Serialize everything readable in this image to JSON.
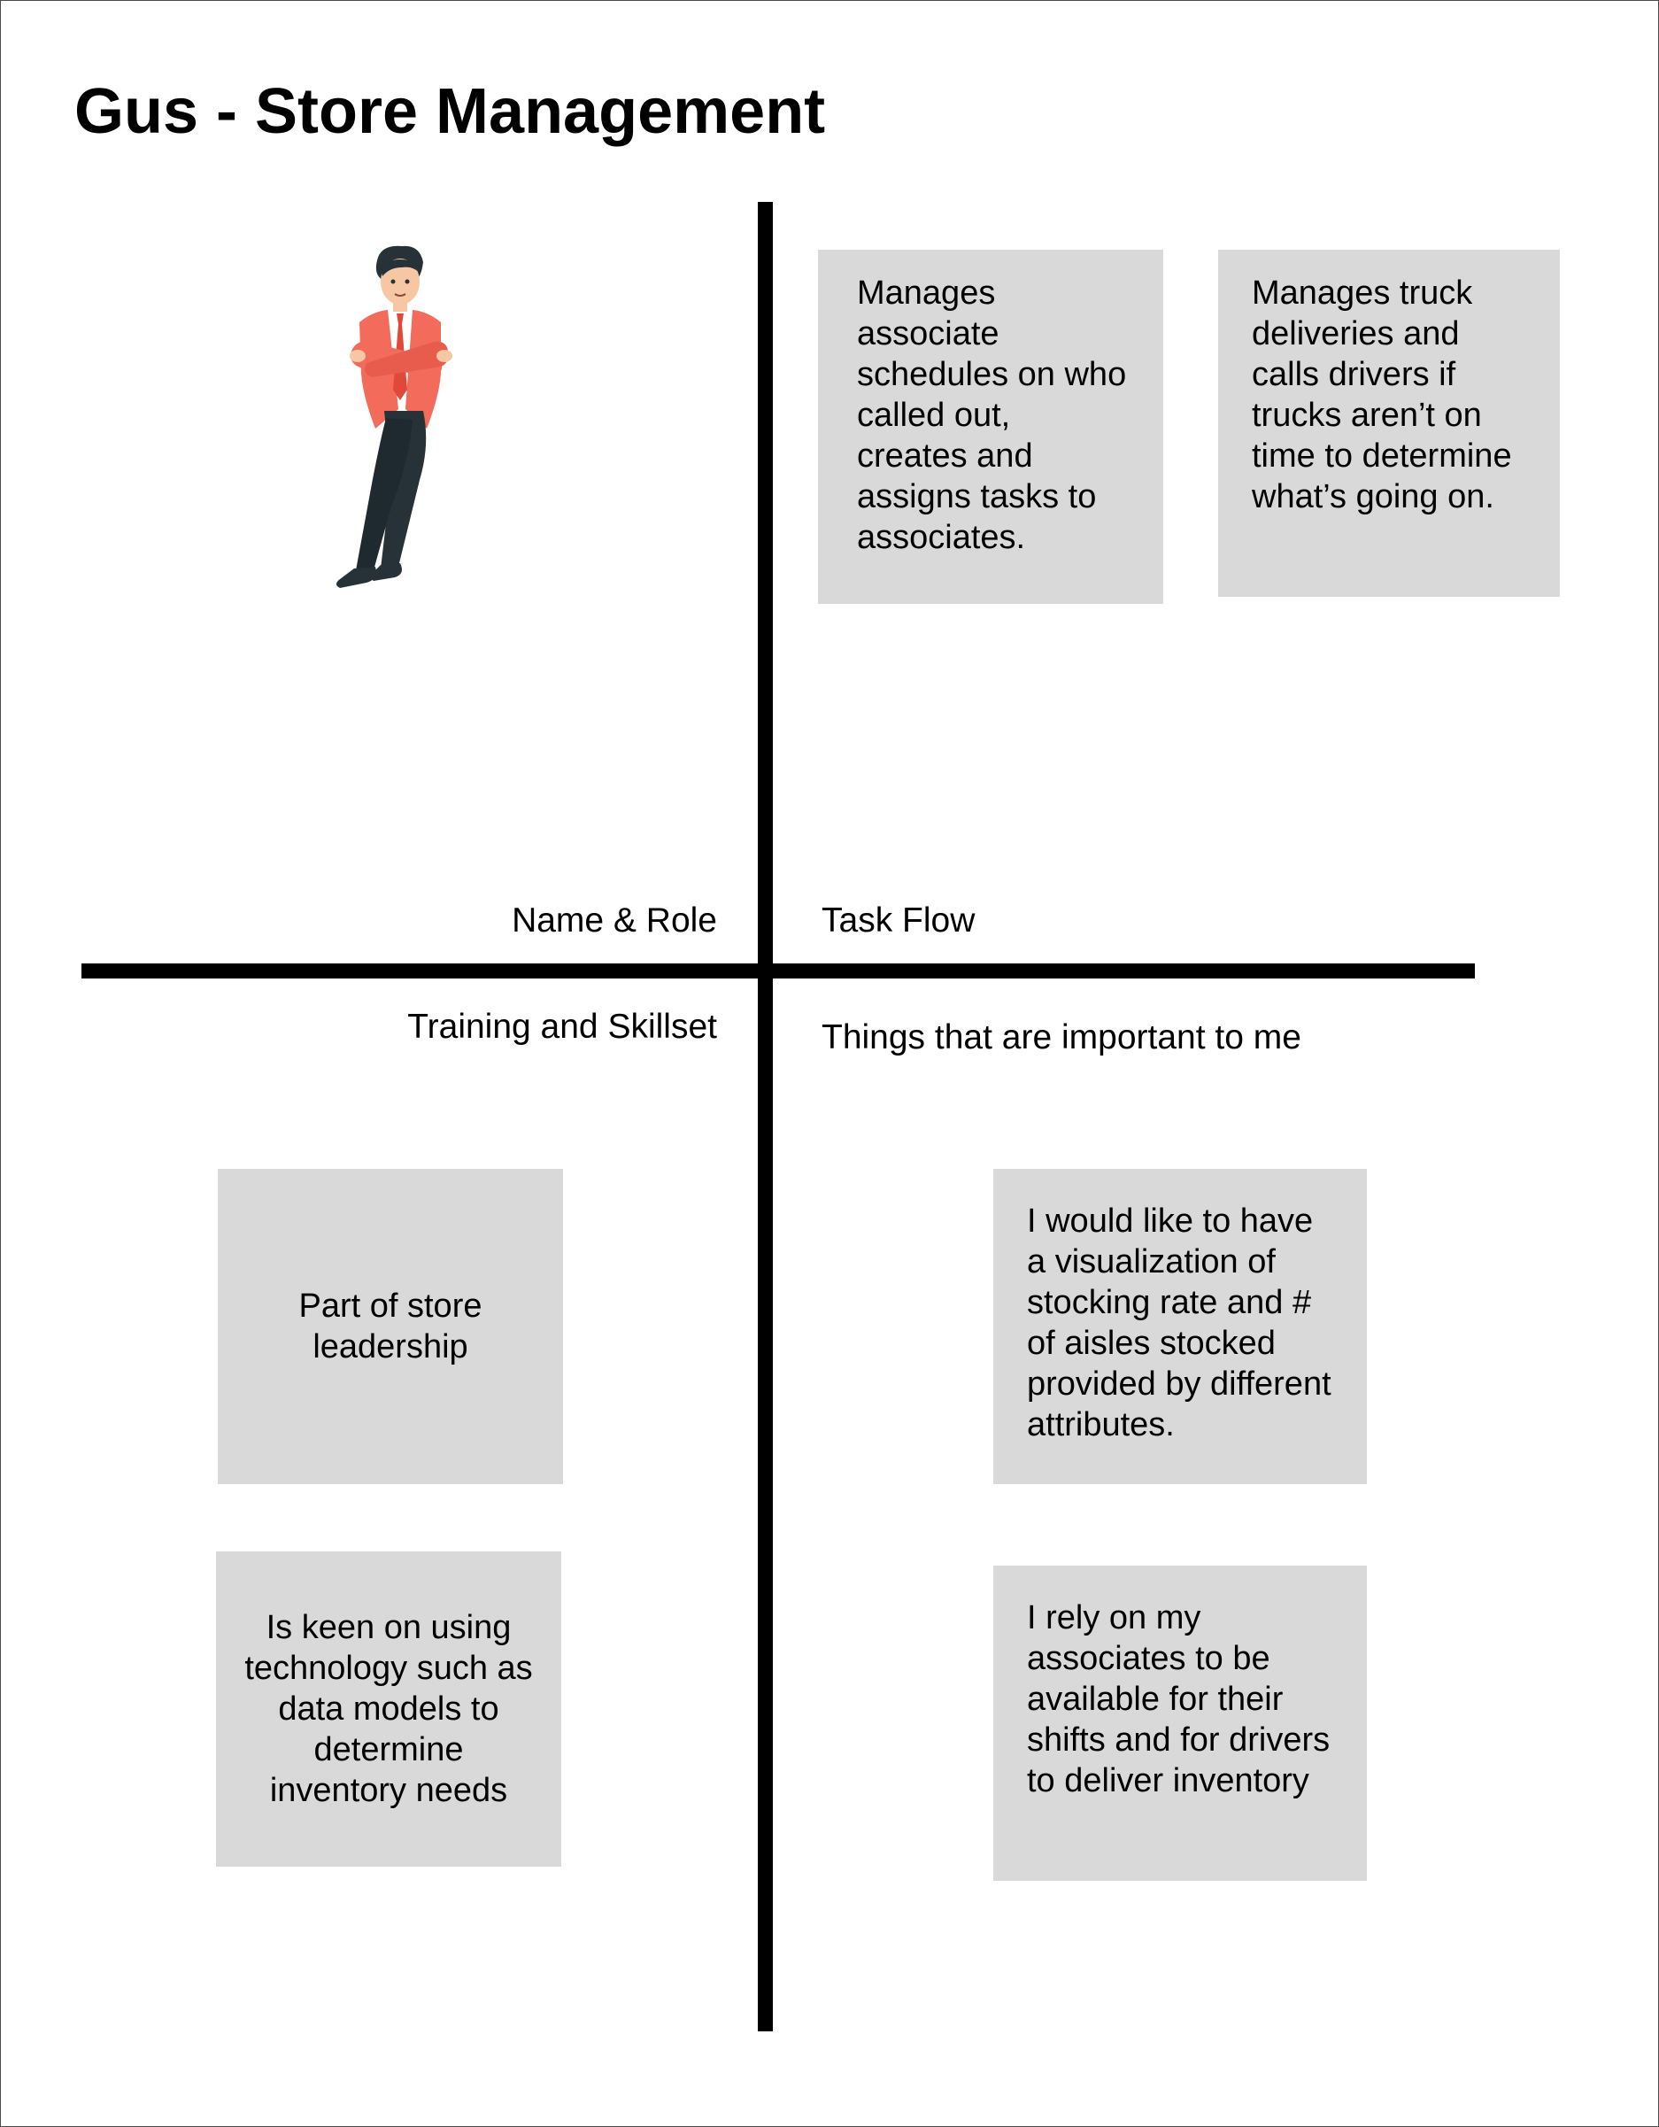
{
  "title": "Gus - Store Management",
  "quadrants": {
    "name_role": {
      "label": "Name & Role"
    },
    "task_flow": {
      "label": "Task Flow",
      "notes": [
        "Manages associate schedules on who called out, creates and assigns tasks to associates.",
        "Manages truck deliveries and calls drivers if trucks aren’t on time to determine what’s going on."
      ]
    },
    "training_skillset": {
      "label": "Training and Skillset",
      "notes": [
        "Part of store leadership",
        "Is keen on using technology such as data models to determine inventory needs"
      ]
    },
    "important": {
      "label": "Things that are important to me",
      "notes": [
        "I would like to have a visualization of stocking rate and # of aisles stocked provided by different attributes.",
        "I rely on my associates to be available for their shifts and for drivers to deliver inventory"
      ]
    }
  },
  "colors": {
    "sticky": "#d9d9d9",
    "divider": "#000000",
    "jacket": "#f26b5b",
    "pants": "#263238",
    "skin": "#f7c6a3"
  },
  "icons": {
    "avatar": "businessman-illustration-icon"
  }
}
